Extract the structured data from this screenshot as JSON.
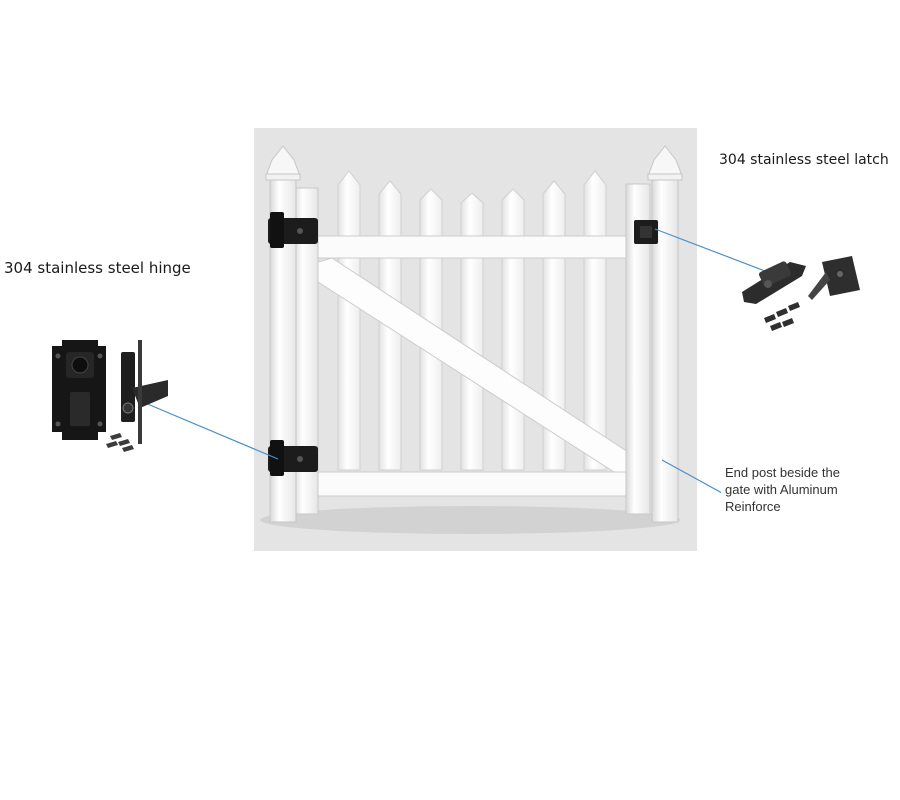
{
  "hinge": {
    "label": "304 stainless steel hinge"
  },
  "latch": {
    "label": "304 stainless steel latch"
  },
  "end_post": {
    "label": "End post beside the gate with Aluminum Reinforce"
  },
  "colors": {
    "backdrop": "#e3e3e3",
    "vinyl": "#fafafa",
    "vinyl_shade": "#d8d8d8",
    "hardware": "#1c1c1c",
    "leader_line": "#4a90c8",
    "aluminum": "#6e6b66"
  }
}
